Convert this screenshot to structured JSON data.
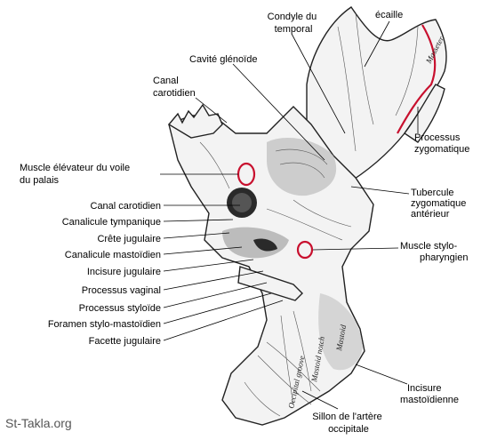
{
  "labels": {
    "condyle": [
      "Condyle du",
      "temporal"
    ],
    "ecaille": "écaille",
    "cavite_glenoide": "Cavité glénoïde",
    "canal_carotidien_top": [
      "Canal",
      "carotidien"
    ],
    "processus_zygomatique": [
      "Processus",
      "zygomatique"
    ],
    "muscle_elevateur": [
      "Muscle élévateur du voile",
      "du palais"
    ],
    "tubercule": [
      "Tubercule",
      "zygomatique",
      "antérieur"
    ],
    "canal_carotidien": "Canal carotidien",
    "canalicule_tympanique": "Canalicule tympanique",
    "crete_jugulaire": "Crête jugulaire",
    "muscle_stylo": [
      "Muscle stylo-",
      "pharyngien"
    ],
    "canalicule_mastoidien": "Canalicule mastoïdien",
    "incisure_jugulaire": "Incisure jugulaire",
    "processus_vaginal": "Processus vaginal",
    "processus_styloide": "Processus styloïde",
    "foramen": "Foramen stylo-mastoïdien",
    "facette": "Facette jugulaire",
    "incisure_mastoidienne": [
      "Incisure",
      "mastoïdienne"
    ],
    "sillon": [
      "Sillon de l'artère",
      "occipitale"
    ]
  },
  "inscriptions": {
    "masseter": "Masseter",
    "mastoid": "Mastoid",
    "mastoid_notch": "Mastoid notch",
    "occipital_groove": "Occipital groove"
  },
  "watermark": "St-Takla.org",
  "colors": {
    "muscle_attachment": "#c8102e"
  }
}
